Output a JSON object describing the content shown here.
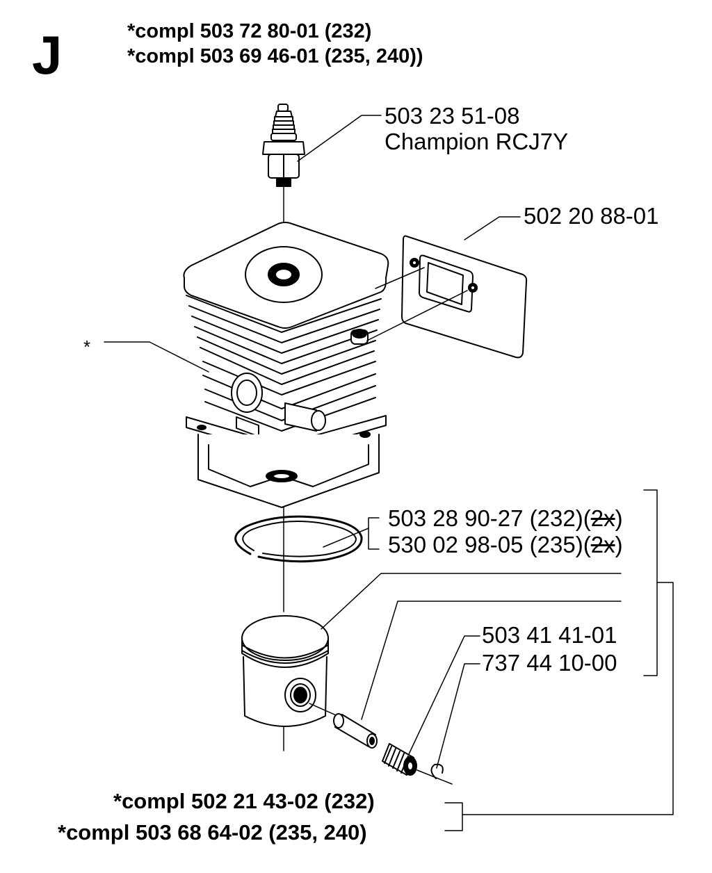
{
  "section": {
    "letter": "J"
  },
  "header": {
    "line1": "*compl 503 72 80-01 (232)",
    "line2": "*compl 503 69 46-01 (235, 240))"
  },
  "callouts": {
    "spark_plug_number": "503 23 51-08",
    "spark_plug_name": "Champion RCJ7Y",
    "gasket": "502 20 88-01",
    "cylinder_marker": "*",
    "ring_232_main": "503 28 90-27 (232)(",
    "ring_232_qty": "2x",
    "ring_232_close": ")",
    "ring_235_main": "530 02 98-05 (235)(",
    "ring_235_qty": "2x",
    "ring_235_close": ")",
    "bearing": "503 41 41-01",
    "circlip": "737 44 10-00"
  },
  "footer": {
    "line1": "*compl 502 21 43-02 (232)",
    "line2": "*compl 503 68 64-02 (235, 240)"
  }
}
